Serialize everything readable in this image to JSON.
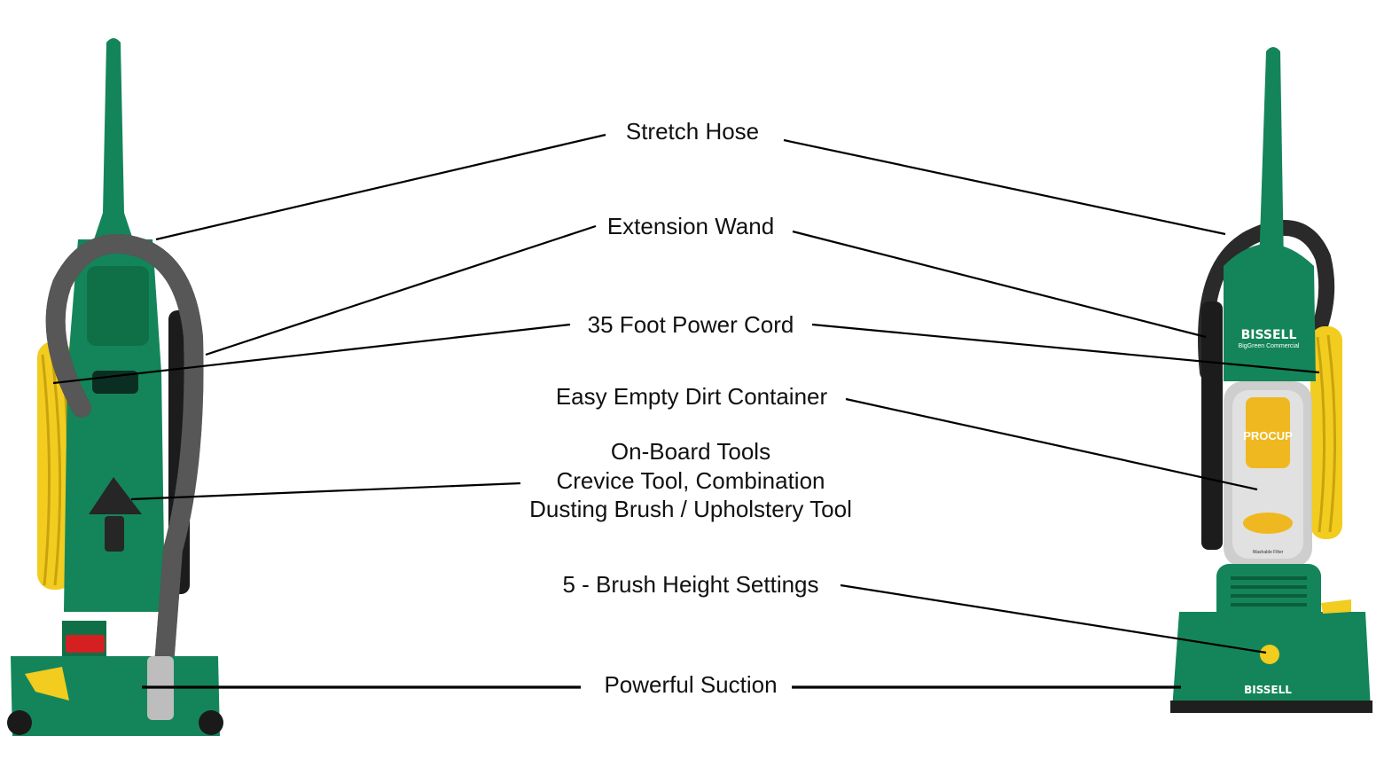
{
  "colors": {
    "body": "#14855a",
    "body_dark": "#0b5e3d",
    "hose": "#2a2a2a",
    "cord": "#f2cc1f",
    "accent_red": "#d42020",
    "container": "#c9c9c9",
    "filter": "#f0b820",
    "leader_line": "#000000"
  },
  "labels": [
    {
      "id": "stretch-hose",
      "lines": [
        "Stretch Hose"
      ]
    },
    {
      "id": "extension-wand",
      "lines": [
        "Extension Wand"
      ]
    },
    {
      "id": "power-cord",
      "lines": [
        "35 Foot Power Cord"
      ]
    },
    {
      "id": "dirt-container",
      "lines": [
        "Easy Empty Dirt Container"
      ]
    },
    {
      "id": "onboard-tools",
      "lines": [
        "On-Board Tools",
        "Crevice Tool, Combination",
        "Dusting Brush / Upholstery Tool"
      ]
    },
    {
      "id": "brush-height",
      "lines": [
        "5 - Brush Height Settings"
      ]
    },
    {
      "id": "suction",
      "lines": [
        "Powerful Suction"
      ]
    }
  ],
  "product_marks": {
    "brand": "BISSELL",
    "subbrand": "BigGreen Commercial",
    "cup_logo": "PROCUP",
    "filter_text": "Washable Filter"
  }
}
